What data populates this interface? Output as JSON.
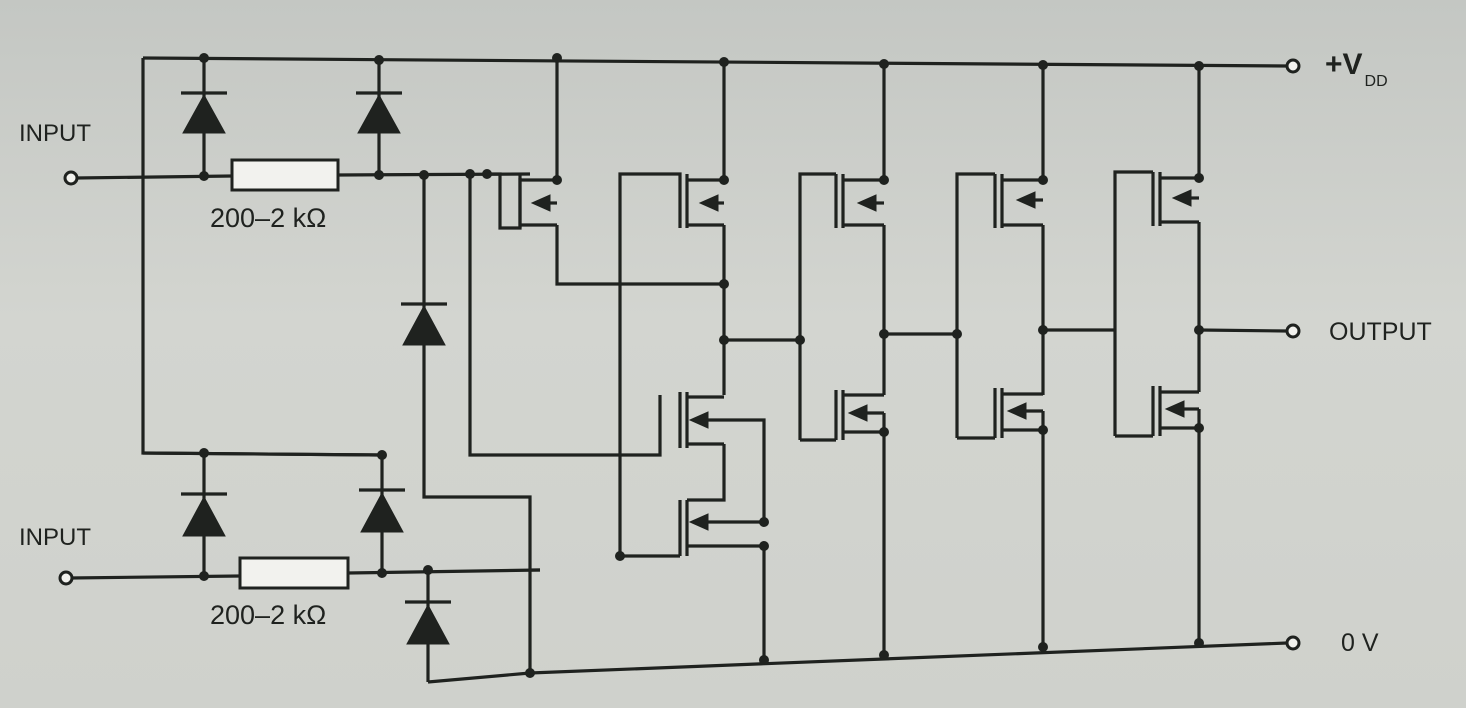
{
  "labels": {
    "input_top": "INPUT",
    "input_bottom": "INPUT",
    "resistor_top": "200–2 kΩ",
    "resistor_bottom": "200–2 kΩ",
    "vdd_main": "+V",
    "vdd_sub": "DD",
    "output": "OUTPUT",
    "ground": "0 V"
  },
  "colors": {
    "ink": "#1f221f",
    "paper": "#cfd1cc"
  }
}
